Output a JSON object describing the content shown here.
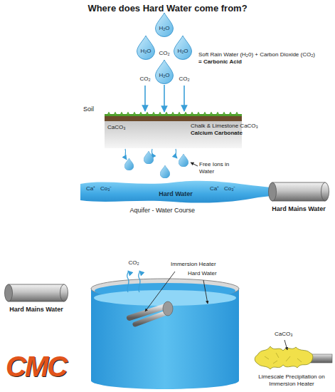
{
  "diagram": {
    "title": "Where does Hard Water come from?",
    "nodes": [
      {
        "text": [
          "H₂O"
        ]
      },
      {
        "text": [
          "H₂O"
        ]
      },
      {
        "text": [
          "H₂O"
        ]
      },
      {
        "text": [
          "H₂O"
        ]
      },
      {
        "text": [
          "Soil",
          "CaCO₃"
        ]
      },
      {
        "text": [
          "Ca⁺",
          "Co₃⁻",
          "Hard Water",
          "Ca⁺",
          "Co₃⁻",
          "Aquifer - Water Course"
        ]
      },
      {
        "text": [
          "Hard Mains Water"
        ]
      },
      {
        "text": [
          "Hard Mains Water"
        ]
      }
    ],
    "edges": [
      {
        "from": 3,
        "to": 4,
        "arrow": "to"
      }
    ],
    "labels": [
      "CO₂",
      "CO₂",
      "CO₂",
      "Soft Rain Water (H₂0) + Carbon Dioxide (CO₂)",
      "= Carbonic Acid",
      "Chalk & Limestone CaCO₃",
      "Calcium Carbonate",
      "Free Ions in Water",
      "CO₂",
      "Immersion Heater",
      "Hard Water",
      "CaCO₃",
      "Limescale Precipitation on Immersion Heater",
      "CMC"
    ]
  }
}
